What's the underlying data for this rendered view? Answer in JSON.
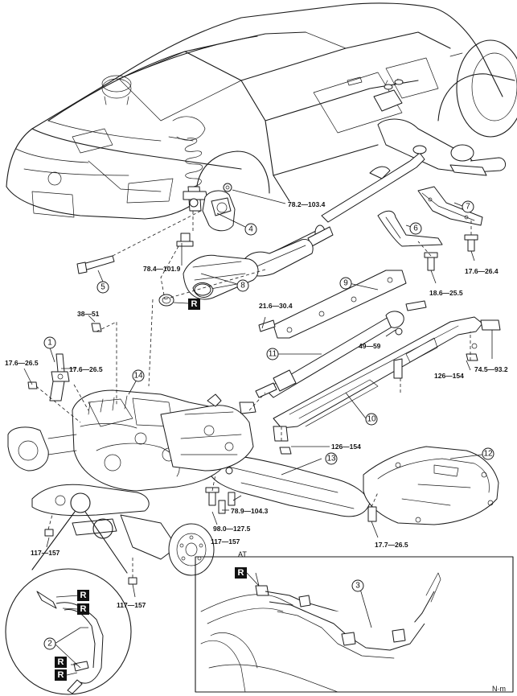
{
  "torques": [
    {
      "id": "t-78-2",
      "text": "78.2—103.4"
    },
    {
      "id": "t-78-4",
      "text": "78.4—101.9"
    },
    {
      "id": "t-18-6",
      "text": "18.6—25.5"
    },
    {
      "id": "t-17-6-r",
      "text": "17.6—26.4"
    },
    {
      "id": "t-21-6",
      "text": "21.6—30.4"
    },
    {
      "id": "t-49",
      "text": "49—59"
    },
    {
      "id": "t-74-5",
      "text": "74.5—93.2"
    },
    {
      "id": "t-126-a",
      "text": "126—154"
    },
    {
      "id": "t-126-b",
      "text": "126—154"
    },
    {
      "id": "t-38",
      "text": "38—51"
    },
    {
      "id": "t-17-6-l",
      "text": "17.6—26.5"
    },
    {
      "id": "t-17-6-m",
      "text": "17.6—26.5"
    },
    {
      "id": "t-78-9",
      "text": "78.9—104.3"
    },
    {
      "id": "t-98",
      "text": "98.0—127.5"
    },
    {
      "id": "t-117-a",
      "text": "117—157"
    },
    {
      "id": "t-117-b",
      "text": "117—157"
    },
    {
      "id": "t-117-c",
      "text": "117—157"
    },
    {
      "id": "t-17-7",
      "text": "17.7—26.5"
    }
  ],
  "callouts": [
    "1",
    "2",
    "3",
    "4",
    "5",
    "6",
    "7",
    "8",
    "9",
    "10",
    "11",
    "12",
    "13",
    "14"
  ],
  "replace_mark": "R",
  "inset_label": "AT",
  "unit": "N·m"
}
